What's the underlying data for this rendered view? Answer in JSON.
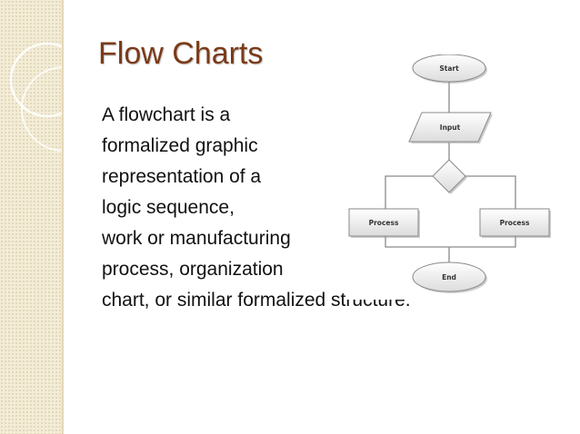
{
  "slide": {
    "title": "Flow Charts",
    "body_lines": [
      "A flowchart is a",
      "formalized graphic",
      "representation of a",
      "logic sequence,",
      "work or manufacturing",
      "process, organization",
      "chart, or similar formalized structure."
    ]
  },
  "flowchart": {
    "nodes": {
      "start": "Start",
      "input": "Input",
      "decision": "",
      "process_left": "Process",
      "process_right": "Process",
      "end": "End"
    }
  },
  "colors": {
    "title": "#7b3a18",
    "strip": "#f3ecd6",
    "shape_fill_top": "#ffffff",
    "shape_fill_bottom": "#dcdcdc",
    "stroke": "#8a8a8a"
  }
}
